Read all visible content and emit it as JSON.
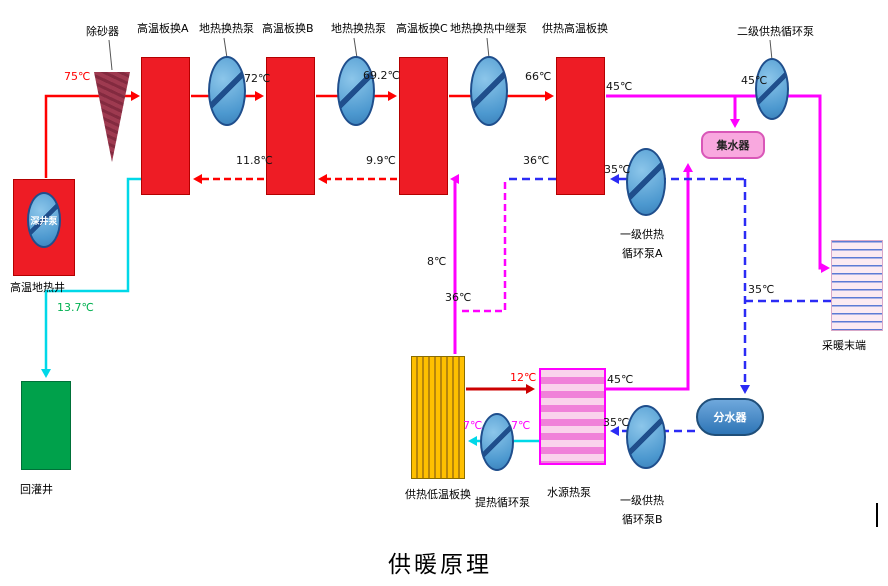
{
  "title": "供暖原理",
  "labels": {
    "sand_remover": "除砂器",
    "hx_a": "高温板换A",
    "geo_pump_1": "地热换热泵",
    "hx_b": "高温板换B",
    "geo_pump_2": "地热换热泵",
    "hx_c": "高温板换C",
    "geo_relay_pump": "地热换热中继泵",
    "supply_hx": "供热高温板换",
    "secondary_supply_pump": "二级供热循环泵",
    "collector": "集水器",
    "primary_pump_a_line1": "一级供热",
    "primary_pump_a_line2": "循环泵A",
    "deep_well_pump": "深井泵",
    "geothermal_well": "高温地热井",
    "reinjection_well": "回灌井",
    "low_temp_hx": "供热低温板换",
    "heat_lift_pump": "提热循环泵",
    "water_source_heat_pump": "水源热泵",
    "primary_pump_b_line1": "一级供热",
    "primary_pump_b_line2": "循环泵B",
    "distributor": "分水器",
    "heating_terminal": "采暖末端"
  },
  "temperatures": {
    "well_out": "75℃",
    "after_hx_a": "72℃",
    "after_hx_b": "69.2℃",
    "after_hx_c": "66℃",
    "supply_out": "45℃",
    "before_secondary_pump": "45℃",
    "return_to_a": "11.8℃",
    "return_to_b": "9.9℃",
    "return_from_supply_hx": "36℃",
    "mid_return": "36℃",
    "return_to_supply_hx": "35℃",
    "terminal_return": "35℃",
    "return_to_heat_pump": "35℃",
    "lift_line": "8℃",
    "reinjection": "13.7℃",
    "heat_pump_in": "12℃",
    "lift_supply": "7℃",
    "lift_return": "7℃",
    "heat_pump_out": "45℃"
  },
  "colors": {
    "geothermal_supply": "#FF0000",
    "heating_supply": "#FF00FF",
    "heating_return": "#2B2BF5",
    "reinjection_line": "#00D8E8",
    "heat_pump_feed": "#CC0000",
    "exchanger": "#EE1C25",
    "reinjection_well": "#00A14B",
    "pump_fill": "#4C98CF"
  }
}
